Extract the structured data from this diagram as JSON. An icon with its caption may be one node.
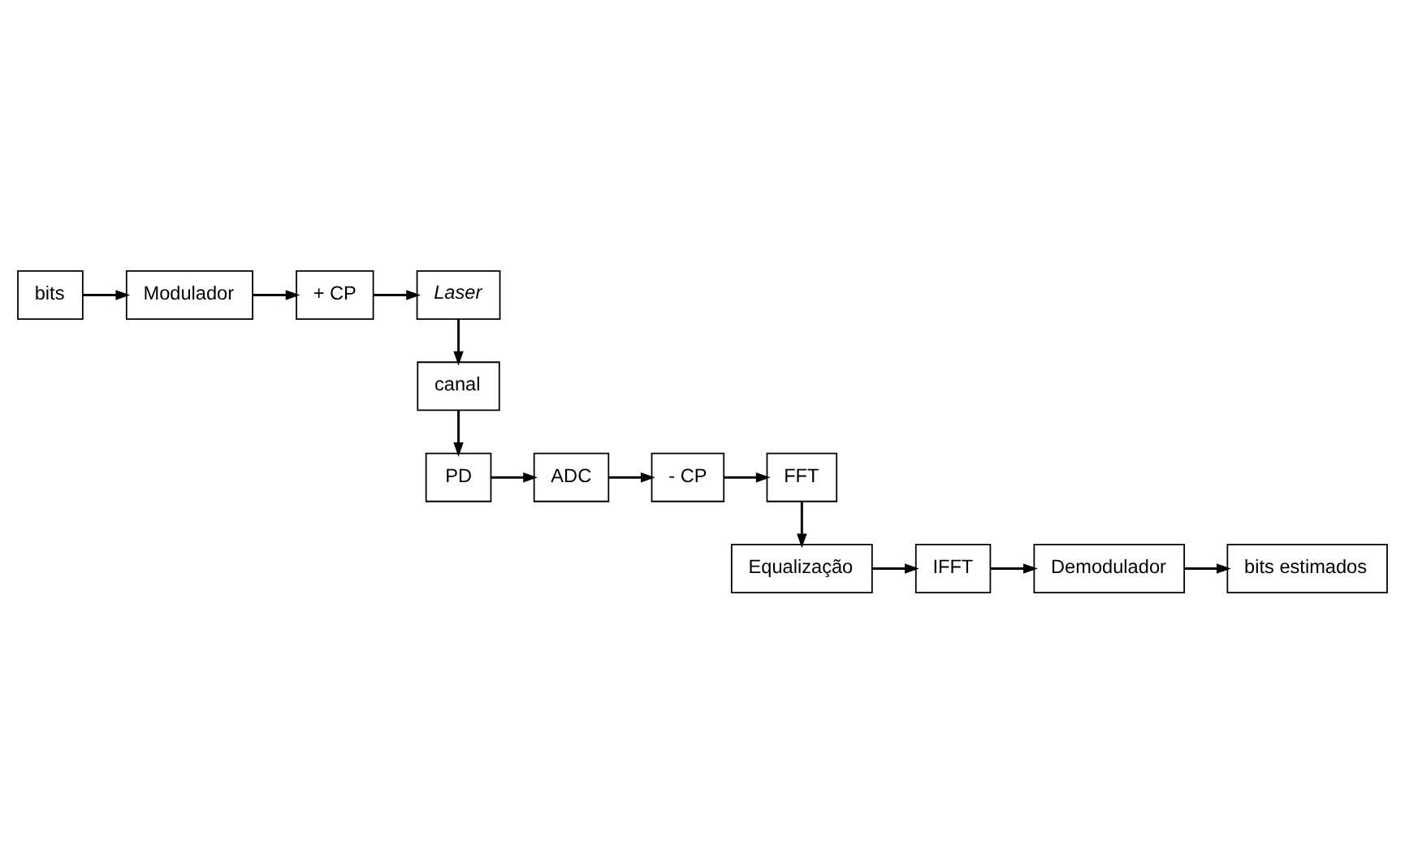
{
  "diagram": {
    "nodes": [
      {
        "text": [
          "bits"
        ]
      },
      {
        "text": [
          "Modulador"
        ]
      },
      {
        "text": [
          "+ CP"
        ]
      },
      {
        "text": [
          "Laser"
        ]
      },
      {
        "text": [
          "canal"
        ]
      },
      {
        "text": [
          "PD"
        ]
      },
      {
        "text": [
          "ADC"
        ]
      },
      {
        "text": [
          "- CP"
        ]
      },
      {
        "text": [
          "FFT"
        ]
      },
      {
        "text": [
          "Equalização"
        ]
      },
      {
        "text": [
          "IFFT"
        ]
      },
      {
        "text": [
          "Demodulador"
        ]
      },
      {
        "text": [
          "bits estimados"
        ]
      }
    ],
    "edges": [
      {
        "from": 0,
        "to": 1,
        "arrow": "to"
      },
      {
        "from": 1,
        "to": 2,
        "arrow": "to"
      },
      {
        "from": 2,
        "to": 3,
        "arrow": "to"
      },
      {
        "from": 3,
        "to": 4,
        "arrow": "to"
      },
      {
        "from": 4,
        "to": 5,
        "arrow": "to"
      },
      {
        "from": 5,
        "to": 6,
        "arrow": "to"
      },
      {
        "from": 6,
        "to": 7,
        "arrow": "to"
      },
      {
        "from": 7,
        "to": 8,
        "arrow": "to"
      },
      {
        "from": 8,
        "to": 9,
        "arrow": "to"
      },
      {
        "from": 9,
        "to": 10,
        "arrow": "to"
      },
      {
        "from": 10,
        "to": 11,
        "arrow": "to"
      },
      {
        "from": 11,
        "to": 12,
        "arrow": "to"
      }
    ]
  }
}
